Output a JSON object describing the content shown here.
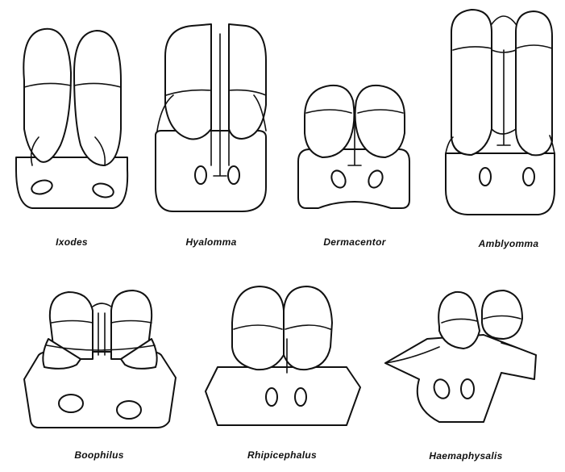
{
  "genera": [
    {
      "name": "Ixodes"
    },
    {
      "name": "Hyalomma"
    },
    {
      "name": "Dermacentor"
    },
    {
      "name": "Amblyomma"
    },
    {
      "name": "Boophilus"
    },
    {
      "name": "Rhipicephalus"
    },
    {
      "name": "Haemaphysalis"
    }
  ]
}
